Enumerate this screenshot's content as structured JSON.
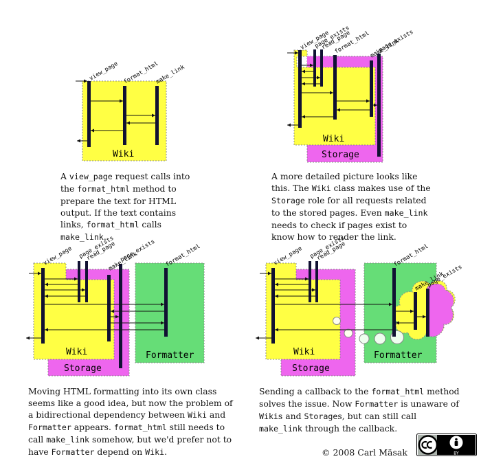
{
  "diagrams": {
    "d1": {
      "boxes": {
        "wiki": "Wiki"
      },
      "methods": {
        "view_page": "view_page",
        "format_html": "format_html",
        "make_link": "make_link"
      }
    },
    "d2": {
      "boxes": {
        "wiki": "Wiki",
        "storage": "Storage"
      },
      "methods": {
        "view_page": "view_page",
        "page_exists": "page_exists",
        "read_page": "read_page",
        "format_html": "format_html",
        "make_link": "make_link",
        "page_exists_2": "page_exists"
      }
    },
    "d3": {
      "boxes": {
        "wiki": "Wiki",
        "storage": "Storage",
        "formatter": "Formatter"
      },
      "methods": {
        "view_page": "view_page",
        "page_exists": "page_exists",
        "read_page": "read_page",
        "make_link": "make_link",
        "page_exists_2": "page_exists",
        "format_html": "format_html"
      }
    },
    "d4": {
      "boxes": {
        "wiki": "Wiki",
        "storage": "Storage",
        "formatter": "Formatter"
      },
      "methods": {
        "view_page": "view_page",
        "page_exists": "page_exists",
        "read_page": "read_page",
        "format_html": "format_html",
        "make_link": "make_link",
        "page_exists_2": "page_exists"
      }
    }
  },
  "captions": {
    "c1": {
      "p1": "A ",
      "code1": "view_page",
      "p2": " request calls into the ",
      "code2": "format_html",
      "p3": " method to prepare the text for HTML output. If the text contains links, ",
      "code3": "format_html",
      "p4": " calls ",
      "code4": "make_link",
      "p5": "."
    },
    "c2": {
      "p1": "A more detailed picture looks like this. The ",
      "code1": "Wiki",
      "p2": " class makes use of the ",
      "code2": "Storage",
      "p3": " role for all requests related to the stored pages. Even ",
      "code3": "make_link",
      "p4": " needs to check if pages exist to know how to render the link."
    },
    "c3": {
      "p1": "Moving HTML formatting into its own class seems like a good idea, but now the problem of a bidirectional dependency between ",
      "code1": "Wiki",
      "p2": " and ",
      "code2": "Formatter",
      "p3": " appears. ",
      "code3": "format_html",
      "p4": " still needs to call ",
      "code4": "make_link",
      "p5": " somehow, but we'd prefer not to have ",
      "code5": "Formatter",
      "p6": " depend on ",
      "code6": "Wiki",
      "p7": "."
    },
    "c4": {
      "p1": "Sending a callback to the ",
      "code1": "format_html",
      "p2": " method solves the issue. Now ",
      "code2": "Formatter",
      "p3": " is unaware of ",
      "code3": "Wiki",
      "p4": "s and ",
      "code4": "Storage",
      "p5": "s, but can still call ",
      "code5": "make_link",
      "p6": " through the callback."
    }
  },
  "footer": {
    "copyright": "© 2008 Carl Mäsak",
    "license_by": "BY"
  },
  "colors": {
    "wiki": "#ffff44",
    "storage": "#ee66ee",
    "formatter": "#66dd77",
    "lifeline": "#111133",
    "outline": "#888888"
  }
}
